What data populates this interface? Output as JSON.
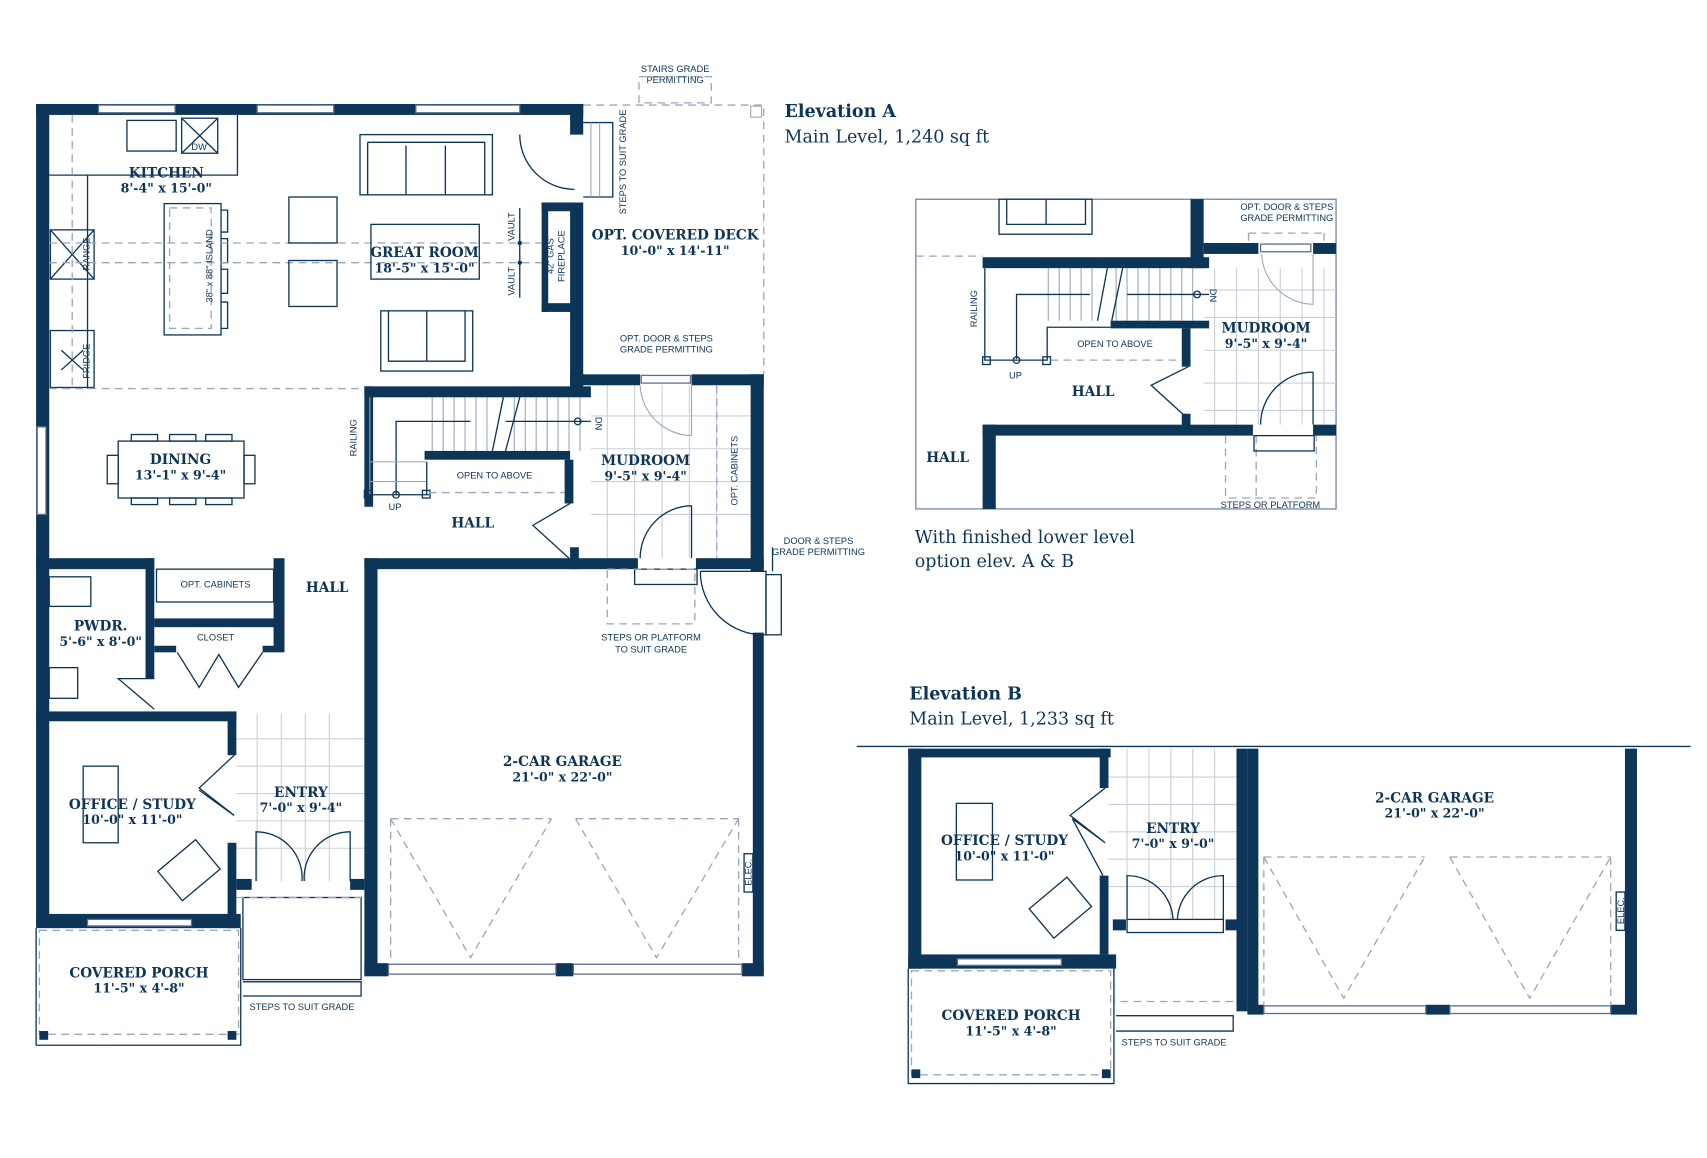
{
  "colors": {
    "wall": "#0d3557",
    "line": "#9aa6bd",
    "background": "#ffffff"
  },
  "elevation_a": {
    "title": "Elevation A",
    "subtitle": "Main Level, 1,240 sq ft",
    "rooms": {
      "kitchen": {
        "name": "KITCHEN",
        "dims": "8'-4\" x 15'-0\""
      },
      "great_room": {
        "name": "GREAT ROOM",
        "dims": "18'-5\" x 15'-0\""
      },
      "covered_deck": {
        "name": "OPT. COVERED DECK",
        "dims": "10'-0\" x 14'-11\""
      },
      "dining": {
        "name": "DINING",
        "dims": "13'-1\" x 9'-4\""
      },
      "mudroom": {
        "name": "MUDROOM",
        "dims": "9'-5\" x 9'-4\""
      },
      "hall1": {
        "name": "HALL"
      },
      "hall2": {
        "name": "HALL"
      },
      "pwdr": {
        "name": "PWDR.",
        "dims": "5'-6\" x 8'-0\""
      },
      "office": {
        "name": "OFFICE / STUDY",
        "dims": "10'-0\" x 11'-0\""
      },
      "entry": {
        "name": "ENTRY",
        "dims": "7'-0\" x 9'-4\""
      },
      "garage": {
        "name": "2-CAR GARAGE",
        "dims": "21'-0\" x 22'-0\""
      },
      "porch": {
        "name": "COVERED PORCH",
        "dims": "11'-5\" x 4'-8\""
      }
    },
    "notes": {
      "stairs_grade_1": "STAIRS GRADE",
      "stairs_grade_2": "PERMITTING",
      "steps_to_suit_grade_vertical": "STEPS TO SUIT GRADE",
      "dw": "DW",
      "range": "RANGE",
      "fridge": "FRIDGE",
      "island": "38\" x 88\" ISLAND",
      "vault_top": "VAULT",
      "vault_bottom": "VAULT",
      "fireplace_1": "42\" GAS",
      "fireplace_2": "FIREPLACE",
      "opt_door_1": "OPT. DOOR & STEPS",
      "opt_door_2": "GRADE PERMITTING",
      "railing": "RAILING",
      "dn": "DN",
      "up": "UP",
      "open_to_above": "OPEN TO ABOVE",
      "opt_cabinets_mud": "OPT. CABINETS",
      "door_steps_1": "DOOR & STEPS",
      "door_steps_2": "GRADE PERMITTING",
      "opt_cabinets_hall": "OPT. CABINETS",
      "closet": "CLOSET",
      "steps_platform_1": "STEPS OR PLATFORM",
      "steps_platform_2": "TO SUIT GRADE",
      "elec": "ELEC.",
      "steps_suit_grade": "STEPS TO SUIT GRADE"
    }
  },
  "lower_level_option": {
    "caption_1": "With finished lower level",
    "caption_2": "option elev. A & B",
    "rooms": {
      "mudroom": {
        "name": "MUDROOM",
        "dims": "9'-5\" x 9'-4\""
      },
      "hall1": {
        "name": "HALL"
      },
      "hall2": {
        "name": "HALL"
      }
    },
    "notes": {
      "opt_door_1": "OPT. DOOR & STEPS",
      "opt_door_2": "GRADE PERMITTING",
      "railing": "RAILING",
      "dn": "DN",
      "up": "UP",
      "open_to_above": "OPEN TO ABOVE",
      "steps_platform": "STEPS OR PLATFORM"
    }
  },
  "elevation_b": {
    "title": "Elevation B",
    "subtitle": "Main Level, 1,233 sq ft",
    "rooms": {
      "office": {
        "name": "OFFICE / STUDY",
        "dims": "10'-0\" x 11'-0\""
      },
      "entry": {
        "name": "ENTRY",
        "dims": "7'-0\" x 9'-0\""
      },
      "garage": {
        "name": "2-CAR GARAGE",
        "dims": "21'-0\" x 22'-0\""
      },
      "porch": {
        "name": "COVERED PORCH",
        "dims": "11'-5\" x 4'-8\""
      }
    },
    "notes": {
      "elec": "ELEC.",
      "steps_suit_grade": "STEPS TO SUIT GRADE"
    }
  }
}
